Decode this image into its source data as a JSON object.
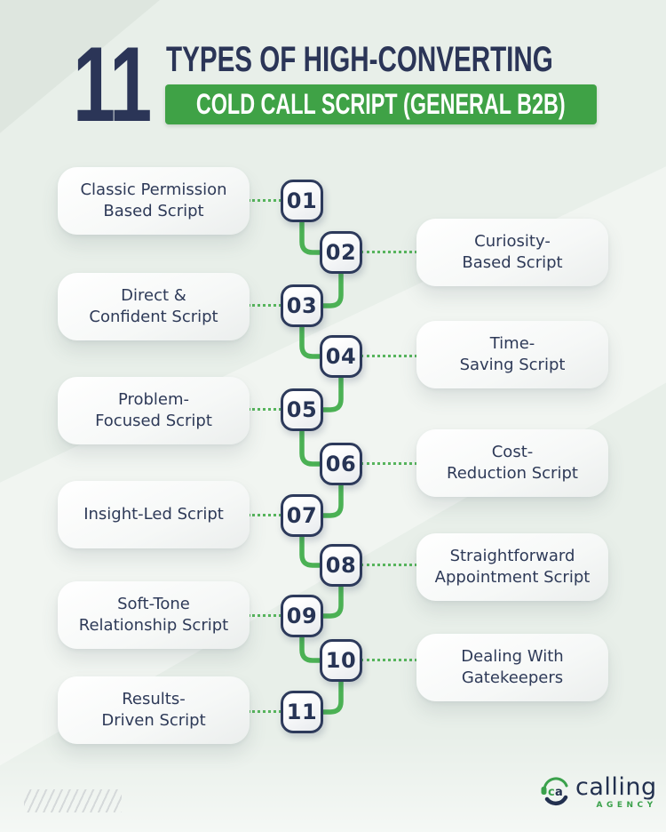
{
  "title": {
    "number": "11",
    "line1": "TYPES OF HIGH-CONVERTING",
    "line2": "COLD CALL SCRIPT (GENERAL B2B)"
  },
  "items": [
    {
      "num": "01",
      "lines": [
        "Classic Permission",
        "Based Script"
      ]
    },
    {
      "num": "02",
      "lines": [
        "Curiosity-",
        "Based Script"
      ]
    },
    {
      "num": "03",
      "lines": [
        "Direct &",
        "Confident Script"
      ]
    },
    {
      "num": "04",
      "lines": [
        "Time-",
        "Saving Script"
      ]
    },
    {
      "num": "05",
      "lines": [
        "Problem-",
        "Focused Script"
      ]
    },
    {
      "num": "06",
      "lines": [
        "Cost-",
        "Reduction Script"
      ]
    },
    {
      "num": "07",
      "lines": [
        "Insight-Led Script"
      ]
    },
    {
      "num": "08",
      "lines": [
        "Straightforward",
        "Appointment Script"
      ]
    },
    {
      "num": "09",
      "lines": [
        "Soft-Tone",
        "Relationship Script"
      ]
    },
    {
      "num": "10",
      "lines": [
        "Dealing With",
        "Gatekeepers"
      ]
    },
    {
      "num": "11",
      "lines": [
        "Results-",
        "Driven Script"
      ]
    }
  ],
  "logo": {
    "icon": "ca-headset-icon",
    "name": "calling",
    "subname": "AGENCY"
  },
  "colors": {
    "navy": "#2b3557",
    "header_green": "#3fa246",
    "line_green": "#4bb154",
    "background": "#e8efe9",
    "card_background": "#f7f9f8"
  }
}
